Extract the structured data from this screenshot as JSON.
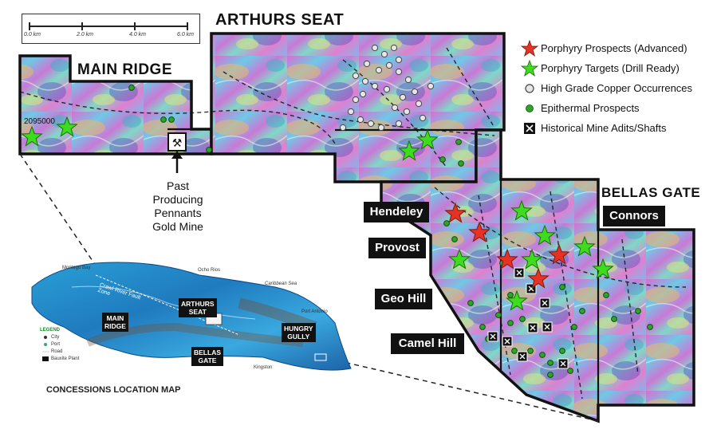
{
  "scale_bar": {
    "ticks": [
      "0.0 km",
      "2.0 km",
      "4.0 km",
      "6.0 km"
    ]
  },
  "regions": {
    "arthurs_seat": "ARTHURS SEAT",
    "main_ridge": "MAIN RIDGE",
    "bellas_gate": "BELLAS GATE"
  },
  "prospect_labels": {
    "hendeley": "Hendeley",
    "provost": "Provost",
    "geo_hill": "Geo Hill",
    "camel_hill": "Camel Hill",
    "connors": "Connors"
  },
  "grid_label": "2095000",
  "past_mine": {
    "line1": "Past",
    "line2": "Producing",
    "line3": "Pennants",
    "line4": "Gold Mine"
  },
  "legend": [
    {
      "icon": "red-star-icon",
      "label": "Porphyry Prospects (Advanced)",
      "color": "#e53224"
    },
    {
      "icon": "green-star-icon",
      "label": "Porphyry Targets (Drill Ready)",
      "color": "#3fdc1e"
    },
    {
      "icon": "white-circle-icon",
      "label": "High Grade Copper Occurrences",
      "color": "#e6e6e6"
    },
    {
      "icon": "green-circle-icon",
      "label": "Epithermal Prospects",
      "color": "#2ea32e"
    },
    {
      "icon": "mine-adit-icon",
      "label": "Historical Mine Adits/Shafts",
      "color": "#111111"
    }
  ],
  "inset_map": {
    "caption": "CONCESSIONS LOCATION MAP",
    "places": {
      "montego_bay": "Montego Bay",
      "ocho_rios": "Ocho Rios",
      "caribbean_sea": "Caribbean Sea",
      "port_antonio": "Port Antonio",
      "kingston": "Kingston",
      "fault_zone": "Crawl River Fault Zone"
    },
    "concessions": {
      "main_ridge_1": "MAIN",
      "main_ridge_2": "RIDGE",
      "arthurs_seat_1": "ARTHURS",
      "arthurs_seat_2": "SEAT",
      "bellas_gate_1": "BELLAS",
      "bellas_gate_2": "GATE",
      "hungry_gully_1": "HUNGRY",
      "hungry_gully_2": "GULLY"
    },
    "legend_title": "LEGEND",
    "legend_items": [
      "City",
      "Port",
      "Road",
      "Bauxite Plant"
    ]
  }
}
